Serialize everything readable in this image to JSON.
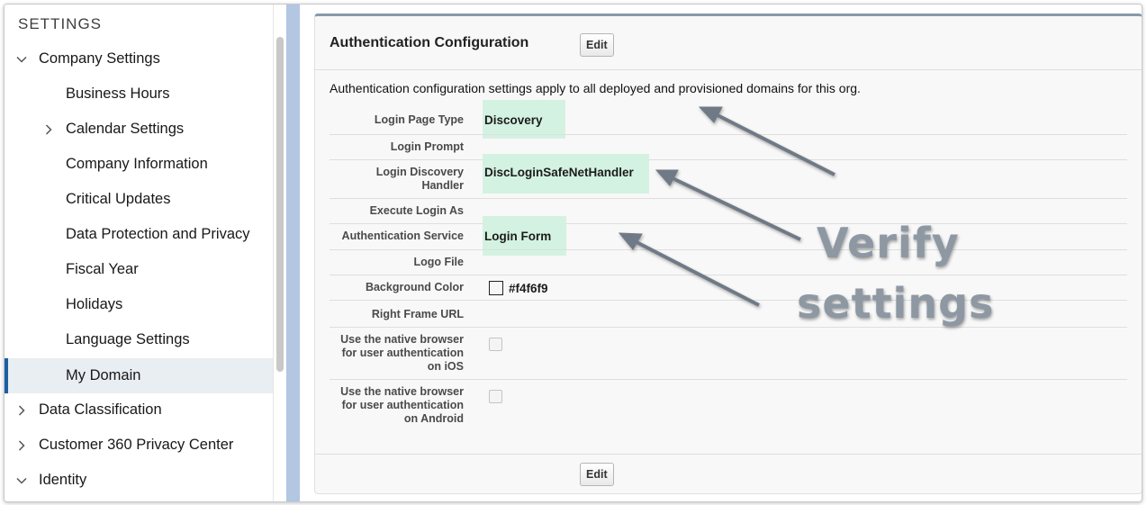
{
  "sidebar": {
    "heading": "SETTINGS",
    "items": [
      {
        "label": "Company Settings",
        "chevron": "down"
      },
      {
        "label": "Business Hours",
        "chevron": ""
      },
      {
        "label": "Calendar Settings",
        "chevron": "right"
      },
      {
        "label": "Company Information",
        "chevron": ""
      },
      {
        "label": "Critical Updates",
        "chevron": ""
      },
      {
        "label": "Data Protection and Privacy",
        "chevron": ""
      },
      {
        "label": "Fiscal Year",
        "chevron": ""
      },
      {
        "label": "Holidays",
        "chevron": ""
      },
      {
        "label": "Language Settings",
        "chevron": ""
      },
      {
        "label": "My Domain",
        "chevron": "",
        "active": true
      },
      {
        "label": "Data Classification",
        "chevron": "right"
      },
      {
        "label": "Customer 360 Privacy Center",
        "chevron": "right"
      },
      {
        "label": "Identity",
        "chevron": "down"
      }
    ]
  },
  "panel": {
    "title": "Authentication Configuration",
    "edit_label": "Edit",
    "description": "Authentication configuration settings apply to all deployed and provisioned domains for this org.",
    "fields": {
      "login_page_type": {
        "label": "Login Page Type",
        "value": "Discovery"
      },
      "login_prompt": {
        "label": "Login Prompt",
        "value": ""
      },
      "login_discovery_handler": {
        "label_line1": "Login Discovery",
        "label_line2": "Handler",
        "value": "DiscLoginSafeNetHandler"
      },
      "execute_login_as": {
        "label": "Execute Login As",
        "value": ""
      },
      "authentication_service": {
        "label": "Authentication Service",
        "value": "Login Form"
      },
      "logo_file": {
        "label": "Logo File",
        "value": ""
      },
      "background_color": {
        "label": "Background Color",
        "value": "#f4f6f9"
      },
      "right_frame_url": {
        "label": "Right Frame URL",
        "value": ""
      },
      "native_ios": {
        "label_line1": "Use the native browser",
        "label_line2": "for user authentication",
        "label_line3": "on iOS",
        "checked": false
      },
      "native_android": {
        "label_line1": "Use the native browser",
        "label_line2": "for user authentication",
        "label_line3": "on Android",
        "checked": false
      }
    }
  },
  "annotation": {
    "line1": "Verify",
    "line2": "settings"
  },
  "colors": {
    "highlight": "#d4f2e1",
    "active_bar": "#1b5fa3",
    "blue_strip": "#b3c6e2",
    "annotation": "#8e98a3"
  }
}
